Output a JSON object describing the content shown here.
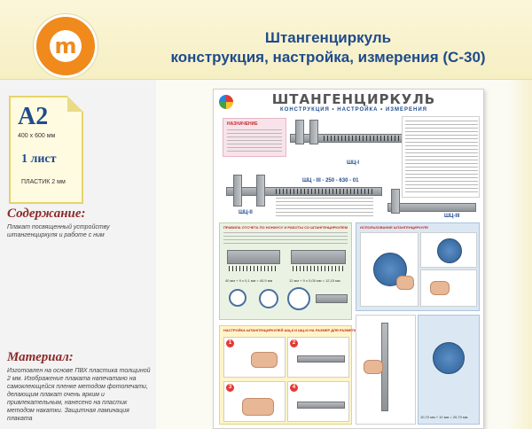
{
  "header": {
    "logo_letter": "m",
    "title_line1": "Штангенциркуль",
    "title_line2": "конструкция, настройка, измерения (С-30)"
  },
  "format": {
    "size_label": "A2",
    "dimensions": "400 х 600 мм",
    "sheets": "1 лист",
    "material": "ПЛАСТИК 2 мм"
  },
  "contents": {
    "heading": "Содержание:",
    "text": "Плакат посвященный устройству штангенциркуля и работе с ним"
  },
  "material": {
    "heading": "Материал:",
    "text": "Изготовлен на основе ПВХ пластика толщиной 2 мм. Изображение плаката напечатано на самоклеющейся пленке методом фотопечати, делающим плакат очень ярким и привлекательным, нанесено на пластик методом накатки. Защитная ламинация плаката"
  },
  "poster": {
    "title": "ШТАНГЕНЦИРКУЛЬ",
    "subtitle": "КОНСТРУКЦИЯ • НАСТРОЙКА • ИЗМЕРЕНИЯ",
    "label_shc1": "ШЦ-I",
    "label_shc2": "ШЦ-II",
    "label_shc3": "ШЦ-III",
    "label_model": "ШЦ - III - 250 - 630 - 01",
    "label_reading1": "40 мм + 9 х 0,1 мм = 40,9 мм",
    "label_reading2": "12 мм + 9 х 0,05 мм = 12,15 мм",
    "label_reading3": "10,70 мм + 10 мм = 20,70 мм",
    "section_reading": "ПРАВИЛА ОТСЧЕТА ПО НОНИУСУ И РАБОТЫ СО ШТАНГЕНЦИРКУЛЕМ",
    "section_setup": "НАСТРОЙКА ШТАНГЕНЦИРКУЛЕЙ ШЦ-II И ШЦ-III НА РАЗМЕР ДЛЯ РАЗМЕТКИ",
    "section_use": "ИСПОЛЬЗОВАНИЕ ШТАНГЕНЦИРКУЛЯ",
    "purpose_head": "НАЗНАЧЕНИЕ"
  }
}
